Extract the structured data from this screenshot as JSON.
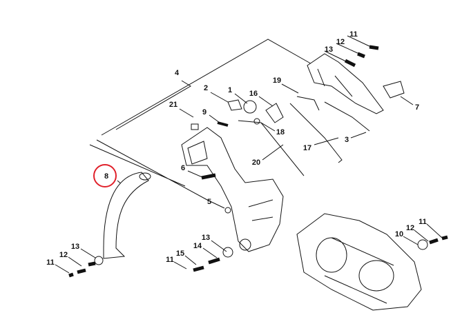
{
  "highlight_color": "#e0202a",
  "callouts": {
    "c11a": "11",
    "c12a": "12",
    "c13a": "13",
    "c4": "4",
    "c2": "2",
    "c1": "1",
    "c16": "16",
    "c19": "19",
    "c7": "7",
    "c21": "21",
    "c9": "9",
    "c18": "18",
    "c17": "17",
    "c3": "3",
    "c20": "20",
    "c6": "6",
    "c8": "8",
    "c5": "5",
    "c13b": "13",
    "c14": "14",
    "c15": "15",
    "c11b": "11",
    "c13c": "13",
    "c12c": "12",
    "c11c": "11",
    "c11d": "11",
    "c12d": "12",
    "c10": "10"
  },
  "highlighted_part": "8"
}
